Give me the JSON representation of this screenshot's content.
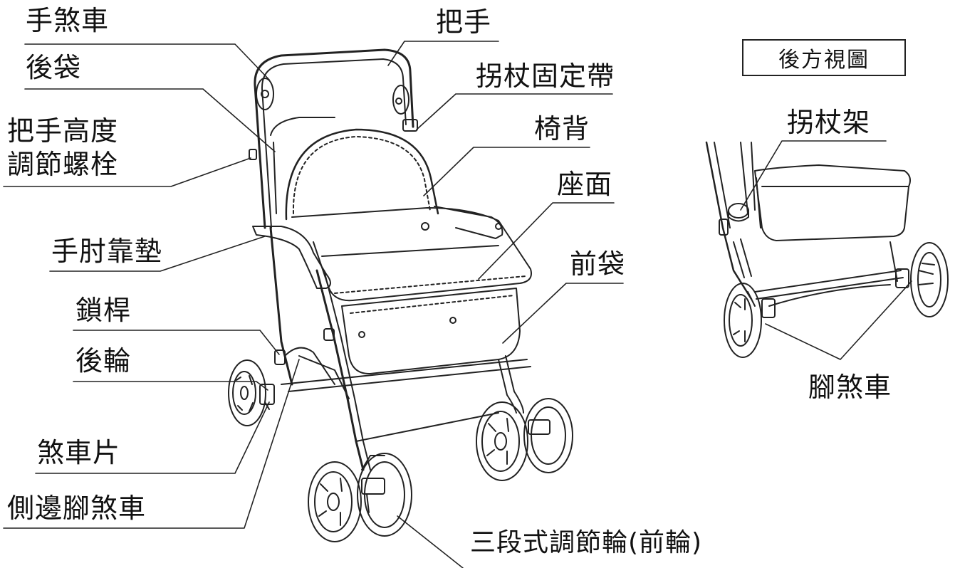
{
  "labels": {
    "hand_brake": "手煞車",
    "rear_bag": "後袋",
    "handle_height_1": "把手高度",
    "handle_height_2": "調節螺栓",
    "elbow_pad": "手肘靠墊",
    "lock_bar": "鎖桿",
    "rear_wheel": "後輪",
    "brake_plate": "煞車片",
    "side_foot_brake": "側邊腳煞車",
    "handle": "把手",
    "cane_strap": "拐杖固定帶",
    "backrest": "椅背",
    "seat": "座面",
    "front_bag": "前袋",
    "front_wheel": "三段式調節輪(前輪)",
    "rear_view": "後方視圖",
    "cane_holder": "拐杖架",
    "foot_brake": "腳煞車"
  },
  "colors": {
    "line": "#222222",
    "background": "#ffffff"
  }
}
